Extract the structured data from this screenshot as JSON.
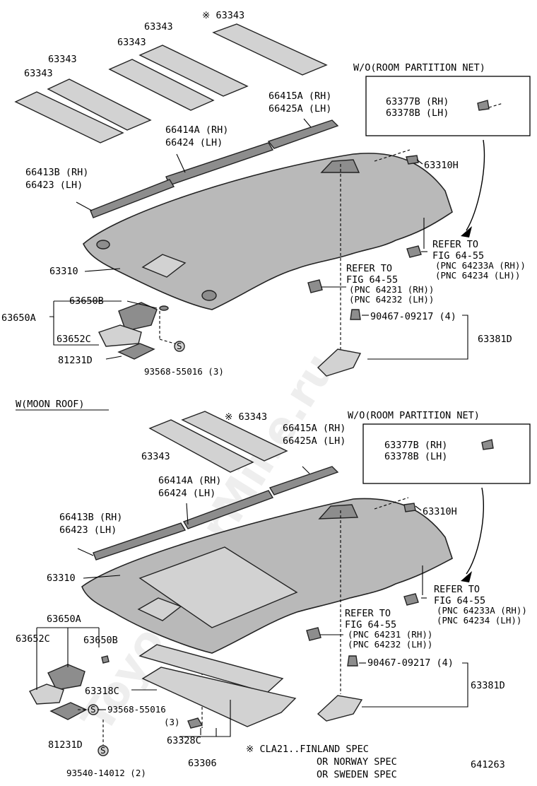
{
  "watermark": "ToyotaCarMine.ru",
  "figure_no": "641263",
  "top": {
    "labels": {
      "sunvisor_pad_mark": "※ 63343",
      "sunvisor_pad_a": "63343",
      "sunvisor_pad_b": "63343",
      "sunvisor_pad_c": "63343",
      "retainer_rh_a": "66415A (RH)",
      "retainer_lh_a": "66425A (LH)",
      "retainer_rh_b": "66414A (RH)",
      "retainer_lh_b": "66424  (LH)",
      "retainer_rh_c": "66413B (RH)",
      "retainer_lh_c": "66423  (LH)",
      "headlining": "63310",
      "clip": "63310H",
      "lamp_assy": "63650A",
      "lamp_lens": "63650B",
      "lamp_housing": "63652C",
      "lamp_bulb": "81231D",
      "screw": "93568-55016 (3)",
      "bolt": "90467-09217 (4)",
      "cover": "63381D",
      "partition_title": "W/O(ROOM PARTITION NET)",
      "partition_rh": "63377B (RH)",
      "partition_lh": "63378B (LH)",
      "ref_a_1": "REFER TO",
      "ref_a_2": "FIG 64-55",
      "ref_a_3": "(PNC 64233A (RH))",
      "ref_a_4": "(PNC 64234   (LH))",
      "ref_b_1": "REFER TO",
      "ref_b_2": "FIG 64-55",
      "ref_b_3": "(PNC 64231 (RH))",
      "ref_b_4": "(PNC 64232 (LH))"
    }
  },
  "bottom": {
    "section_title": "W(MOON ROOF)",
    "labels": {
      "sunvisor_pad_mark": "※ 63343",
      "sunvisor_pad_a": "63343",
      "retainer_rh_a": "66415A (RH)",
      "retainer_lh_a": "66425A (LH)",
      "retainer_rh_b": "66414A (RH)",
      "retainer_lh_b": "66424  (LH)",
      "retainer_rh_c": "66413B (RH)",
      "retainer_lh_c": "66423    (LH)",
      "headlining": "63310",
      "clip": "63310H",
      "lamp_assy": "63650A",
      "lamp_housing": "63652C",
      "lamp_lens": "63650B",
      "shade_trim": "63318C",
      "screw": "93568-55016",
      "screw_qty": "(3)",
      "shade_knob": "63328C",
      "lamp_bulb": "81231D",
      "shade_assy": "63306",
      "screw2": "93540-14012 (2)",
      "bolt": "90467-09217 (4)",
      "cover": "63381D",
      "partition_title": "W/O(ROOM PARTITION NET)",
      "partition_rh": "63377B (RH)",
      "partition_lh": "63378B (LH)",
      "ref_a_1": "REFER TO",
      "ref_a_2": "FIG 64-55",
      "ref_a_3": "(PNC 64233A (RH))",
      "ref_a_4": "(PNC 64234   (LH))",
      "ref_b_1": "REFER TO",
      "ref_b_2": "FIG 64-55",
      "ref_b_3": "(PNC 64231 (RH))",
      "ref_b_4": "(PNC 64232 (LH))"
    },
    "footnote_1": "※ CLA21..FINLAND SPEC",
    "footnote_2": "OR NORWAY SPEC",
    "footnote_3": "OR SWEDEN SPEC"
  }
}
